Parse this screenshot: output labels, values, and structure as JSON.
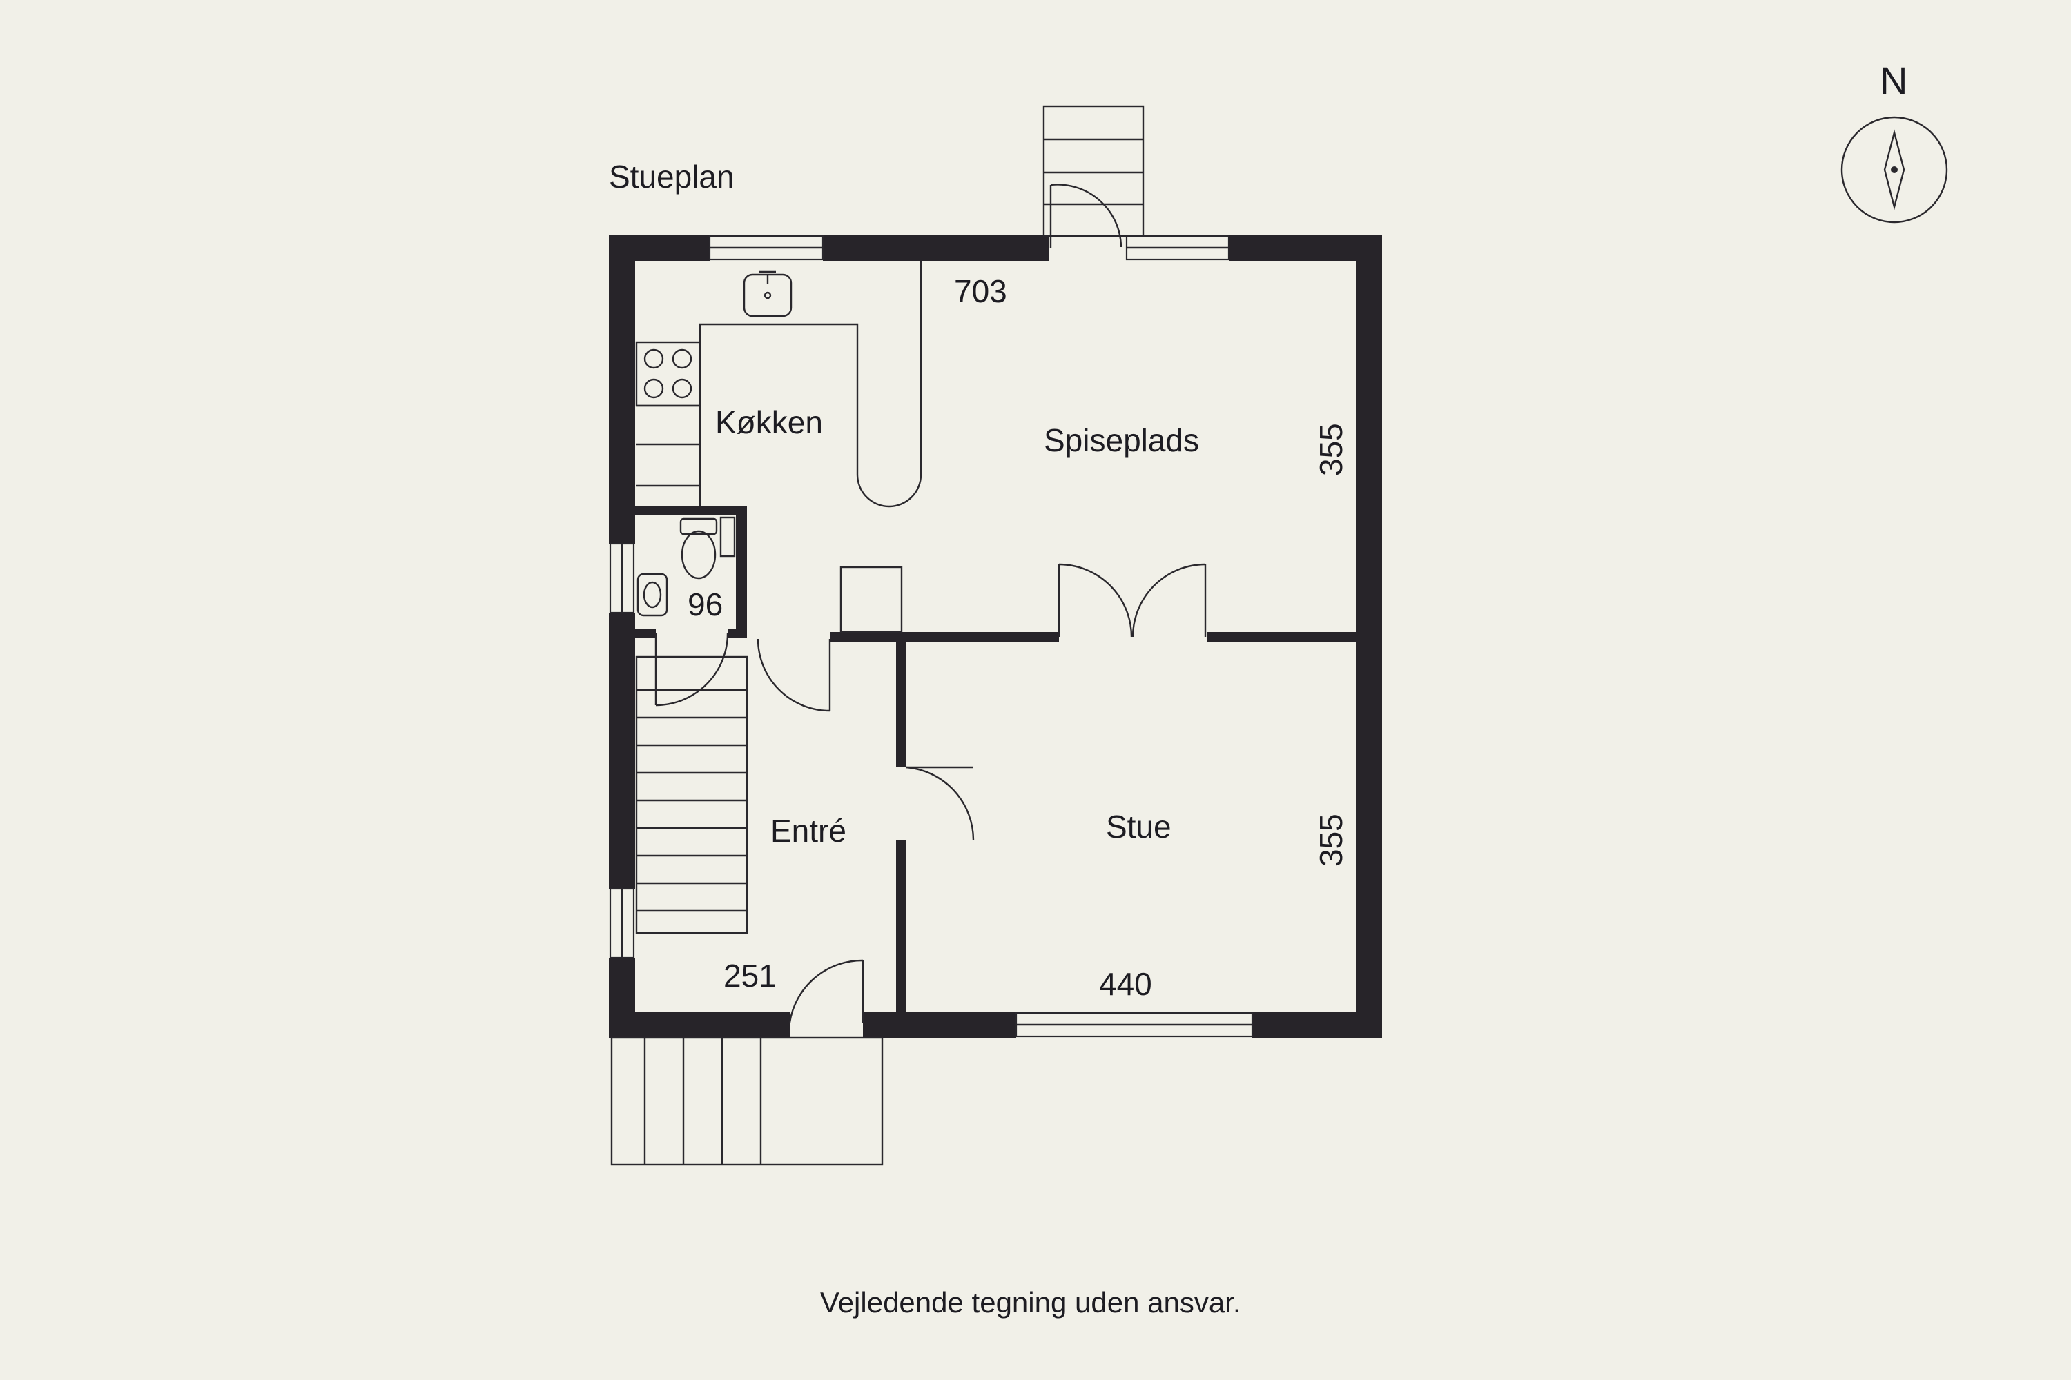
{
  "plan": {
    "title": "Stueplan",
    "north_label": "N",
    "disclaimer": "Vejledende tegning uden ansvar.",
    "rooms": {
      "kitchen": "Køkken",
      "dining": "Spiseplads",
      "entrance": "Entré",
      "living": "Stue",
      "toilet_dim": "96"
    },
    "dimensions": {
      "top_width": "703",
      "dining_height": "355",
      "living_height": "355",
      "entrance_width": "251",
      "living_width": "440"
    }
  }
}
